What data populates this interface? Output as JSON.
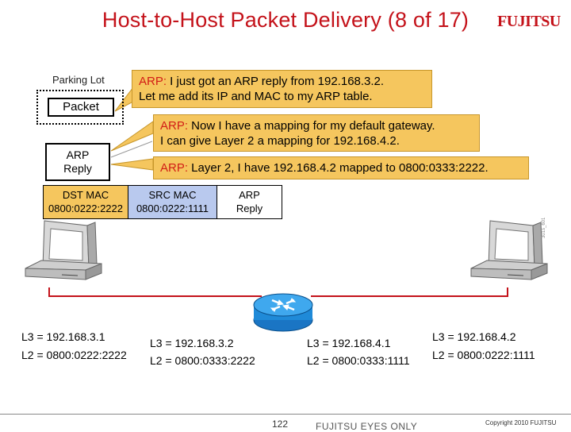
{
  "header": {
    "title": "Host-to-Host Packet Delivery (8 of 17)",
    "logo_text": "FUJITSU",
    "brand_color": "#c4121a"
  },
  "parking_lot": {
    "label": "Parking Lot",
    "packet_label": "Packet"
  },
  "arp_box": {
    "line1": "ARP",
    "line2": "Reply"
  },
  "bubbles": [
    {
      "keyword": "ARP:",
      "line1": " I just got an ARP reply from 192.168.3.2.",
      "line2": "Let me add its IP and MAC to my ARP table."
    },
    {
      "keyword": "ARP:",
      "line1": " Now I have a mapping for my default gateway.",
      "line2": "I can give Layer 2 a mapping for 192.168.4.2."
    },
    {
      "keyword": "ARP:",
      "line1": " Layer 2, I have 192.168.4.2 mapped to 0800:0333:2222."
    }
  ],
  "frame": {
    "dst_header": "DST MAC",
    "dst_value": "0800:0222:2222",
    "src_header": "SRC MAC",
    "src_value": "0800:0222:1111",
    "payload_line1": "ARP",
    "payload_line2": "Reply",
    "dst_color": "#f5c65e",
    "src_color": "#b9c9ee"
  },
  "hosts": {
    "left": {
      "l3": "L3 = 192.168.3.1",
      "l2": "L2 = 0800:0222:2222"
    },
    "right": {
      "l3": "L3 = 192.168.4.2",
      "l2": "L2 = 0800:0222:1111"
    }
  },
  "router": {
    "left_if": {
      "l3": "L3 = 192.168.3.2",
      "l2": "L2 = 0800:0333:2222"
    },
    "right_if": {
      "l3": "L3 = 192.168.4.1",
      "l2": "L2 = 0800:0333:1111"
    }
  },
  "watermark": "301s_601",
  "footer": {
    "page": "122",
    "center": "FUJITSU EYES ONLY",
    "copyright": "Copyright 2010 FUJITSU"
  },
  "icons": [
    "computer-icon",
    "router-icon"
  ],
  "link_color": "#c4121a"
}
